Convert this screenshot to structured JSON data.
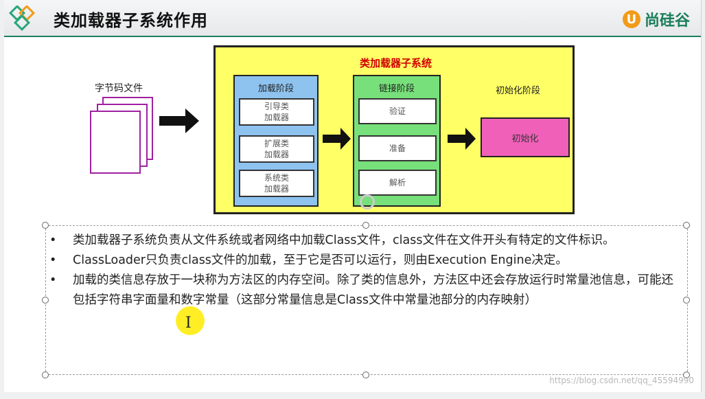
{
  "header": {
    "title": "类加载器子系统作用",
    "brand_icon": "U",
    "brand_text": "尚硅谷"
  },
  "diagram": {
    "file_label": "字节码文件",
    "subsystem_title": "类加载器子系统",
    "load_phase": {
      "title": "加载阶段",
      "items": [
        "引导类\n加载器",
        "扩展类\n加载器",
        "系统类\n加载器"
      ]
    },
    "link_phase": {
      "title": "链接阶段",
      "items": [
        "验证",
        "准备",
        "解析"
      ]
    },
    "init_phase": {
      "title": "初始化阶段",
      "item": "初始化"
    }
  },
  "bullets": [
    "类加载器子系统负责从文件系统或者网络中加载Class文件，class文件在文件开头有特定的文件标识。",
    "ClassLoader只负责class文件的加载，至于它是否可以运行，则由Execution Engine决定。",
    "加载的类信息存放于一块称为方法区的内存空间。除了类的信息外，方法区中还会存放运行时常量池信息，可能还包括字符串字面量和数字常量（这部分常量信息是Class文件中常量池部分的内存映射）"
  ],
  "watermark": "https://blog.csdn.net/qq_45594990",
  "colors": {
    "subsystem_bg": "#ffff66",
    "load_bg": "#8ec3f0",
    "link_bg": "#77e07a",
    "init_bg": "#f060b8",
    "accent": "#1a7f5a"
  }
}
